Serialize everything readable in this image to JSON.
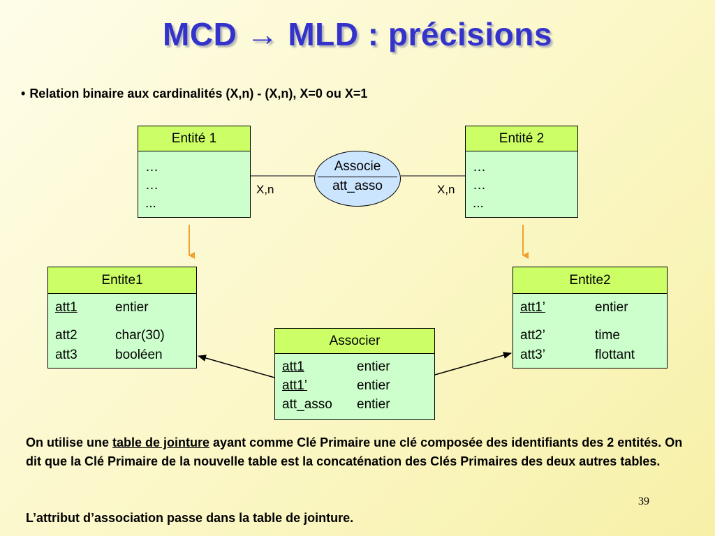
{
  "title": "MCD → MLD : précisions",
  "bullet": "Relation binaire aux cardinalités (X,n) - (X,n), X=0 ou X=1",
  "mcd": {
    "entity1": {
      "name": "Entité 1",
      "lines": [
        "…",
        "…",
        "..."
      ]
    },
    "entity2": {
      "name": "Entité 2",
      "lines": [
        "…",
        "…",
        "..."
      ]
    },
    "association": {
      "name": "Associe",
      "attribute": "att_asso"
    },
    "card_left": "X,n",
    "card_right": "X,n"
  },
  "mld": {
    "table1": {
      "name": "Entite1",
      "rows": [
        {
          "attr": "att1",
          "type": "entier",
          "key": true
        },
        {
          "attr": "att2",
          "type": "char(30)",
          "key": false
        },
        {
          "attr": "att3",
          "type": "booléen",
          "key": false
        }
      ]
    },
    "table2": {
      "name": "Entite2",
      "rows": [
        {
          "attr": "att1’",
          "type": "entier",
          "key": true
        },
        {
          "attr": "att2’",
          "type": "time",
          "key": false
        },
        {
          "attr": "att3’",
          "type": "flottant",
          "key": false
        }
      ]
    },
    "join": {
      "name": "Associer",
      "rows": [
        {
          "attr": "att1",
          "type": "entier",
          "key": true
        },
        {
          "attr": "att1’",
          "type": "entier",
          "key": true
        },
        {
          "attr": "att_asso",
          "type": "entier",
          "key": false
        }
      ]
    }
  },
  "paragraph": {
    "before": "On utilise une ",
    "link": "table de jointure",
    "after": " ayant comme Clé Primaire  une clé composée des identifiants des 2 entités. On dit que la Clé Primaire de la nouvelle table est la concaténation des Clés Primaires des deux autres tables."
  },
  "paragraph2": "L’attribut d’association passe dans la table de jointure.",
  "page_number": "39",
  "colors": {
    "title": "#3333cc",
    "header_fill": "#ccff66",
    "body_fill": "#ccffcc",
    "ellipse_fill": "#cce5ff",
    "arrow_orange": "#f0a030"
  }
}
